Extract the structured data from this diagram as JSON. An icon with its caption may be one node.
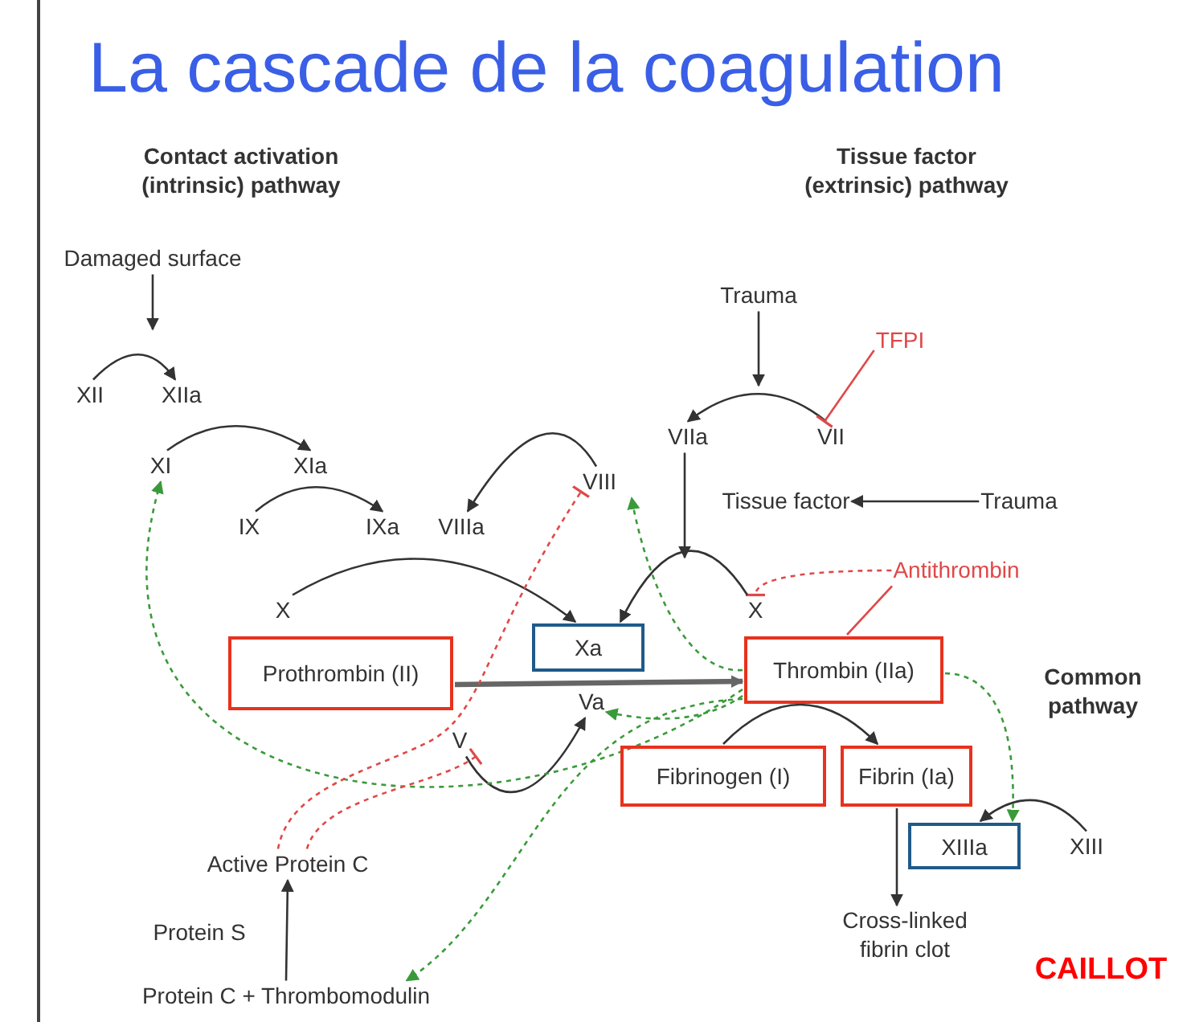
{
  "diagram": {
    "title": "La cascade de la coagulation",
    "nodes": [
      {
        "text": [
          "Damaged surface"
        ]
      },
      {
        "text": [
          "XII"
        ]
      },
      {
        "text": [
          "XIIa"
        ]
      },
      {
        "text": [
          "XI"
        ]
      },
      {
        "text": [
          "XIa"
        ]
      },
      {
        "text": [
          "IX"
        ]
      },
      {
        "text": [
          "IXa"
        ]
      },
      {
        "text": [
          "VIIIa"
        ]
      },
      {
        "text": [
          "VIII"
        ]
      },
      {
        "text": [
          "Trauma"
        ]
      },
      {
        "text": [
          "TFPI"
        ]
      },
      {
        "text": [
          "VIIa"
        ]
      },
      {
        "text": [
          "VII"
        ]
      },
      {
        "text": [
          "Tissue factor"
        ]
      },
      {
        "text": [
          "Trauma"
        ]
      },
      {
        "text": [
          "Antithrombin"
        ]
      },
      {
        "text": [
          "X"
        ]
      },
      {
        "text": [
          "X"
        ]
      },
      {
        "text": [
          "Prothrombin (II)"
        ]
      },
      {
        "text": [
          "Xa"
        ]
      },
      {
        "text": [
          "Va"
        ]
      },
      {
        "text": [
          "Thrombin (IIa)"
        ]
      },
      {
        "text": [
          "V"
        ]
      },
      {
        "text": [
          "Fibrinogen (I)"
        ]
      },
      {
        "text": [
          "Fibrin (Ia)"
        ]
      },
      {
        "text": [
          "XIIIa"
        ]
      },
      {
        "text": [
          "XIII"
        ]
      },
      {
        "text": [
          "Cross-linked fibrin clot"
        ]
      },
      {
        "text": [
          "Active Protein C"
        ]
      },
      {
        "text": [
          "Protein C + Thrombomodulin"
        ]
      }
    ],
    "edges": [
      {
        "from": 0,
        "to": null,
        "arrow": "to"
      },
      {
        "from": 1,
        "to": 2,
        "arrow": "to"
      },
      {
        "from": 3,
        "to": 4,
        "arrow": "to"
      },
      {
        "from": 5,
        "to": 6,
        "arrow": "to"
      },
      {
        "from": 8,
        "to": 7,
        "arrow": "to"
      },
      {
        "from": 9,
        "to": null,
        "arrow": "to"
      },
      {
        "from": 12,
        "to": 11,
        "arrow": "to"
      },
      {
        "from": 10,
        "to": 12,
        "arrow": "other",
        "color": "#e04848"
      },
      {
        "from": 11,
        "to": null,
        "arrow": "to"
      },
      {
        "from": 14,
        "to": 13,
        "arrow": "to"
      },
      {
        "from": 15,
        "to": 17,
        "arrow": "other",
        "style": "dashed",
        "color": "#e04848"
      },
      {
        "from": 15,
        "to": 21,
        "arrow": "none",
        "color": "#e04848"
      },
      {
        "from": 16,
        "to": 19,
        "arrow": "to"
      },
      {
        "from": 17,
        "to": 19,
        "arrow": "to"
      },
      {
        "from": 18,
        "to": 21,
        "arrow": "to",
        "style": "thick",
        "color": "#666666"
      },
      {
        "from": 22,
        "to": 20,
        "arrow": "to"
      },
      {
        "from": 23,
        "to": 24,
        "arrow": "to"
      },
      {
        "from": 24,
        "to": 27,
        "arrow": "to"
      },
      {
        "from": 26,
        "to": 25,
        "arrow": "to"
      },
      {
        "from": 29,
        "to": 28,
        "arrow": "to",
        "label": "Protein S"
      },
      {
        "from": 21,
        "to": 3,
        "arrow": "to",
        "style": "dashed",
        "color": "#3a9a3a"
      },
      {
        "from": 21,
        "to": 8,
        "arrow": "to",
        "style": "dashed",
        "color": "#3a9a3a"
      },
      {
        "from": 21,
        "to": 20,
        "arrow": "to",
        "style": "dashed",
        "color": "#3a9a3a"
      },
      {
        "from": 21,
        "to": 25,
        "arrow": "to",
        "style": "dashed",
        "color": "#3a9a3a"
      },
      {
        "from": 21,
        "to": 29,
        "arrow": "to",
        "style": "dashed",
        "color": "#3a9a3a"
      },
      {
        "from": 28,
        "to": 8,
        "arrow": "other",
        "style": "dashed",
        "color": "#e04848"
      },
      {
        "from": 28,
        "to": 22,
        "arrow": "other",
        "style": "dashed",
        "color": "#e04848"
      }
    ],
    "labels": [
      "Contact activation (intrinsic) pathway",
      "Tissue factor (extrinsic) pathway",
      "Common pathway",
      "CAILLOT"
    ]
  }
}
